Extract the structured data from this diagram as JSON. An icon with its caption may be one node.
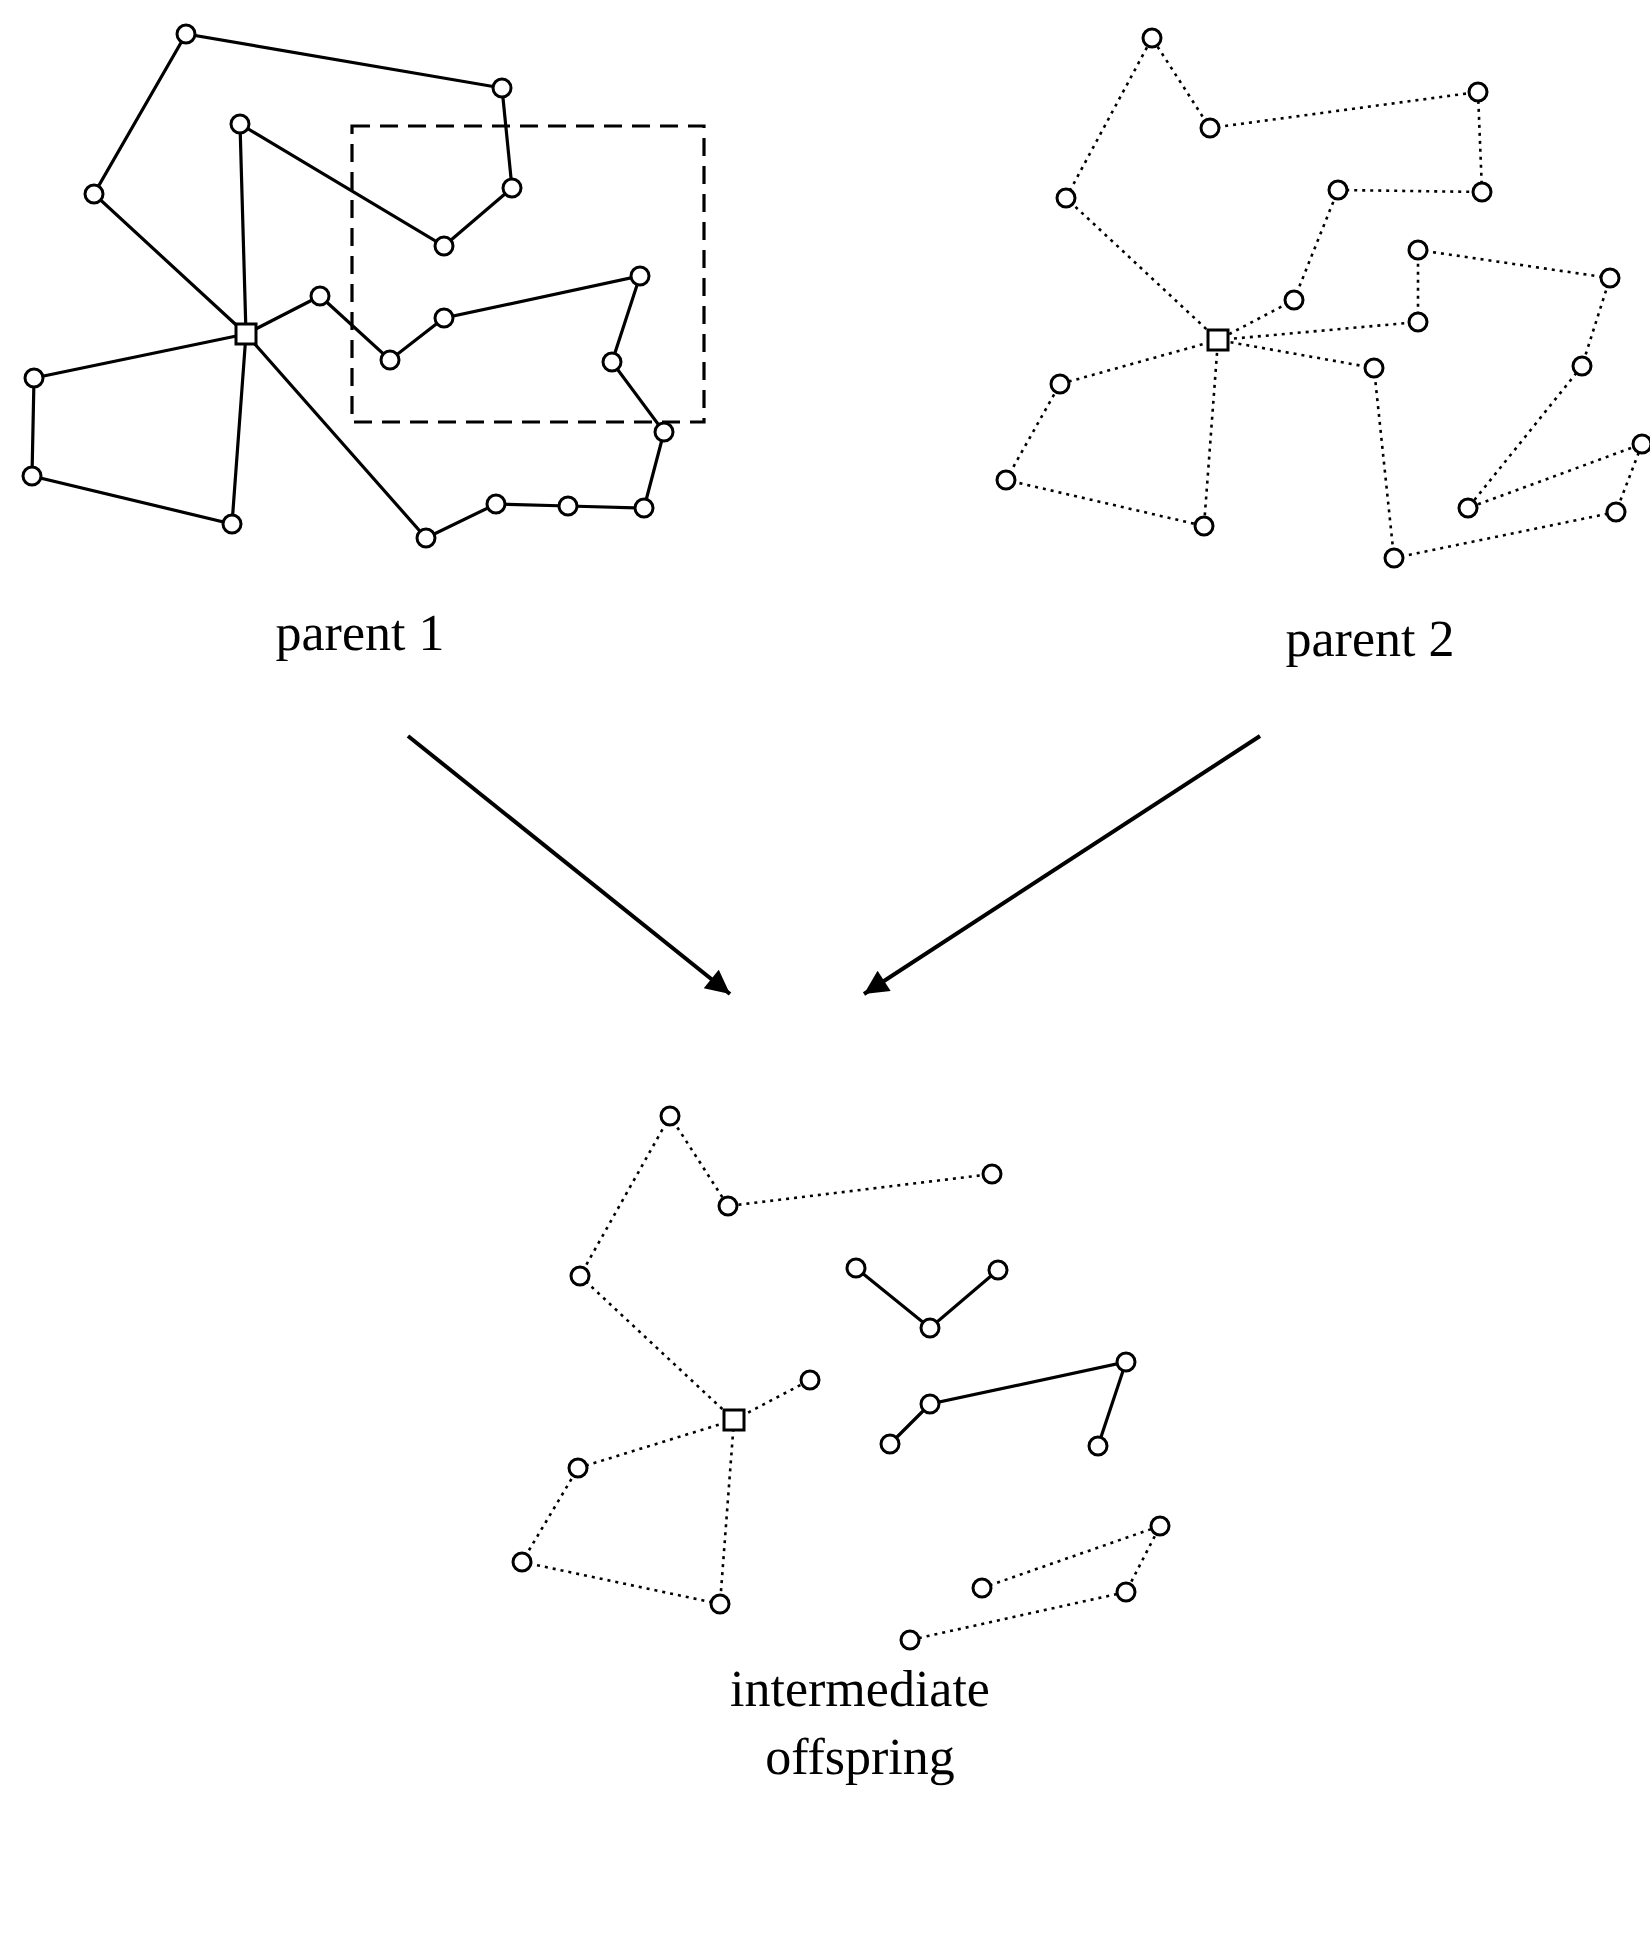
{
  "diagram": {
    "nodes": [
      {
        "text": [],
        "shape": "picture",
        "beside": [
          "parent 1"
        ]
      },
      {
        "text": [],
        "shape": "picture",
        "beside": [
          "parent 2"
        ]
      },
      {
        "text": [],
        "shape": "picture",
        "beside": [
          "intermediate offspring"
        ]
      }
    ],
    "edges": [
      {
        "from": 0,
        "to": 2,
        "arrow": "to"
      },
      {
        "from": 1,
        "to": 2,
        "arrow": "to"
      }
    ]
  }
}
